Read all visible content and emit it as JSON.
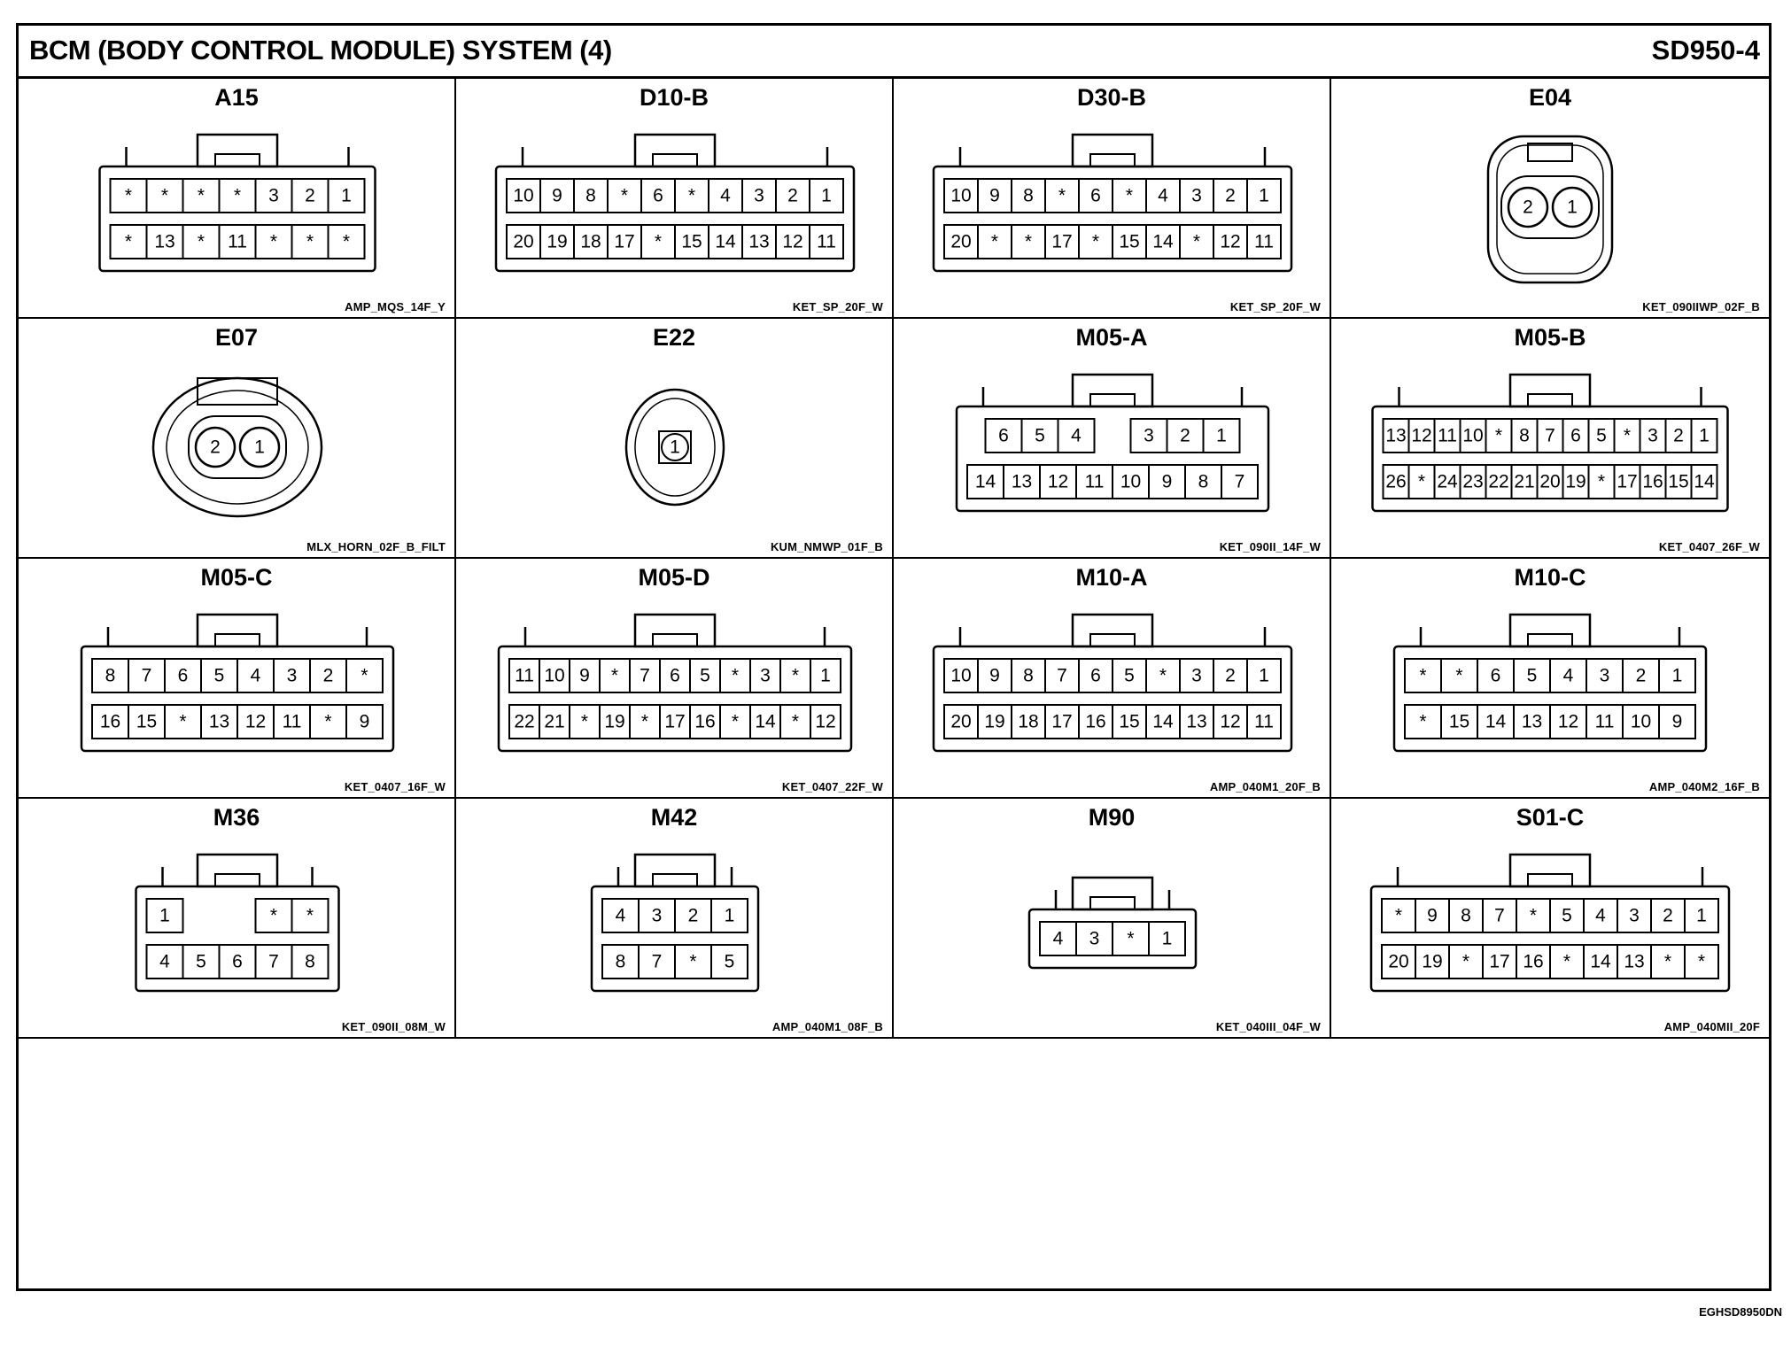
{
  "header": {
    "title": "BCM (BODY CONTROL MODULE) SYSTEM (4)",
    "page_id": "SD950-4"
  },
  "footer": {
    "doc_code": "EGHSD8950DN"
  },
  "connectors": [
    {
      "name": "A15",
      "code": "AMP_MQS_14F_Y",
      "shape": "box",
      "rows": [
        [
          "*",
          "*",
          "*",
          "*",
          "3",
          "2",
          "1"
        ],
        [
          "*",
          "13",
          "*",
          "11",
          "*",
          "*",
          "*"
        ]
      ]
    },
    {
      "name": "D10-B",
      "code": "KET_SP_20F_W",
      "shape": "box",
      "rows": [
        [
          "10",
          "9",
          "8",
          "*",
          "6",
          "*",
          "4",
          "3",
          "2",
          "1"
        ],
        [
          "20",
          "19",
          "18",
          "17",
          "*",
          "15",
          "14",
          "13",
          "12",
          "11"
        ]
      ]
    },
    {
      "name": "D30-B",
      "code": "KET_SP_20F_W",
      "shape": "box",
      "rows": [
        [
          "10",
          "9",
          "8",
          "*",
          "6",
          "*",
          "4",
          "3",
          "2",
          "1"
        ],
        [
          "20",
          "*",
          "*",
          "17",
          "*",
          "15",
          "14",
          "*",
          "12",
          "11"
        ]
      ]
    },
    {
      "name": "E04",
      "code": "KET_090IIWP_02F_B",
      "shape": "round2",
      "rows": [
        [
          "2",
          "1"
        ]
      ]
    },
    {
      "name": "E07",
      "code": "MLX_HORN_02F_B_FILT",
      "shape": "horn2",
      "rows": [
        [
          "2",
          "1"
        ]
      ]
    },
    {
      "name": "E22",
      "code": "KUM_NMWP_01F_B",
      "shape": "single",
      "rows": [
        [
          "1"
        ]
      ]
    },
    {
      "name": "M05-A",
      "code": "KET_090II_14F_W",
      "shape": "box",
      "rows": [
        [
          "6",
          "5",
          "4",
          "",
          "3",
          "2",
          "1"
        ],
        [
          "14",
          "13",
          "12",
          "11",
          "10",
          "9",
          "8",
          "7"
        ]
      ]
    },
    {
      "name": "M05-B",
      "code": "KET_0407_26F_W",
      "shape": "box",
      "rows": [
        [
          "13",
          "12",
          "11",
          "10",
          "*",
          "8",
          "7",
          "6",
          "5",
          "*",
          "3",
          "2",
          "1"
        ],
        [
          "26",
          "*",
          "24",
          "23",
          "22",
          "21",
          "20",
          "19",
          "*",
          "17",
          "16",
          "15",
          "14"
        ]
      ]
    },
    {
      "name": "M05-C",
      "code": "KET_0407_16F_W",
      "shape": "box",
      "rows": [
        [
          "8",
          "7",
          "6",
          "5",
          "4",
          "3",
          "2",
          "*"
        ],
        [
          "16",
          "15",
          "*",
          "13",
          "12",
          "11",
          "*",
          "9"
        ]
      ]
    },
    {
      "name": "M05-D",
      "code": "KET_0407_22F_W",
      "shape": "box",
      "rows": [
        [
          "11",
          "10",
          "9",
          "*",
          "7",
          "6",
          "5",
          "*",
          "3",
          "*",
          "1"
        ],
        [
          "22",
          "21",
          "*",
          "19",
          "*",
          "17",
          "16",
          "*",
          "14",
          "*",
          "12"
        ]
      ]
    },
    {
      "name": "M10-A",
      "code": "AMP_040M1_20F_B",
      "shape": "box",
      "rows": [
        [
          "10",
          "9",
          "8",
          "7",
          "6",
          "5",
          "*",
          "3",
          "2",
          "1"
        ],
        [
          "20",
          "19",
          "18",
          "17",
          "16",
          "15",
          "14",
          "13",
          "12",
          "11"
        ]
      ]
    },
    {
      "name": "M10-C",
      "code": "AMP_040M2_16F_B",
      "shape": "box",
      "rows": [
        [
          "*",
          "*",
          "6",
          "5",
          "4",
          "3",
          "2",
          "1"
        ],
        [
          "*",
          "15",
          "14",
          "13",
          "12",
          "11",
          "10",
          "9"
        ]
      ]
    },
    {
      "name": "M36",
      "code": "KET_090II_08M_W",
      "shape": "box",
      "rows": [
        [
          "1",
          "",
          "",
          "*",
          "*"
        ],
        [
          "4",
          "5",
          "6",
          "7",
          "8"
        ]
      ]
    },
    {
      "name": "M42",
      "code": "AMP_040M1_08F_B",
      "shape": "box",
      "rows": [
        [
          "4",
          "3",
          "2",
          "1"
        ],
        [
          "8",
          "7",
          "*",
          "5"
        ]
      ]
    },
    {
      "name": "M90",
      "code": "KET_040III_04F_W",
      "shape": "box",
      "rows": [
        [
          "4",
          "3",
          "*",
          "1"
        ]
      ]
    },
    {
      "name": "S01-C",
      "code": "AMP_040MII_20F",
      "shape": "box",
      "rows": [
        [
          "*",
          "9",
          "8",
          "7",
          "*",
          "5",
          "4",
          "3",
          "2",
          "1"
        ],
        [
          "20",
          "19",
          "*",
          "17",
          "16",
          "*",
          "14",
          "13",
          "*",
          "*"
        ]
      ]
    }
  ]
}
